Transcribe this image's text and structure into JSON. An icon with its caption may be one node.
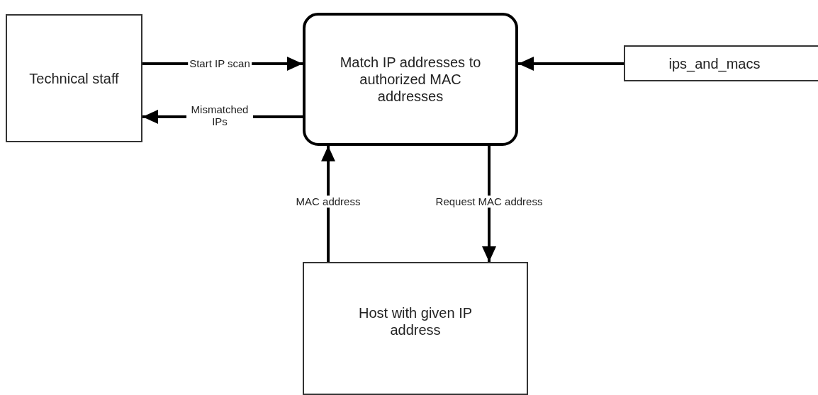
{
  "diagram": {
    "nodes": [
      {
        "text": [
          "Technical staff"
        ]
      },
      {
        "text": [
          "Match IP addresses to authorized MAC addresses"
        ]
      },
      {
        "text": [
          "ips_and_macs"
        ]
      },
      {
        "text": [
          "Host with given IP address"
        ]
      }
    ],
    "edges": [
      {
        "from": 0,
        "to": 1,
        "arrow": "to",
        "label": "Start IP scan"
      },
      {
        "from": 1,
        "to": 0,
        "arrow": "to",
        "label": "Mismatched IPs"
      },
      {
        "from": 2,
        "to": 1,
        "arrow": "to"
      },
      {
        "from": 3,
        "to": 1,
        "arrow": "to",
        "label": "MAC address"
      },
      {
        "from": 1,
        "to": 3,
        "arrow": "to",
        "label": "Request MAC address"
      }
    ]
  }
}
